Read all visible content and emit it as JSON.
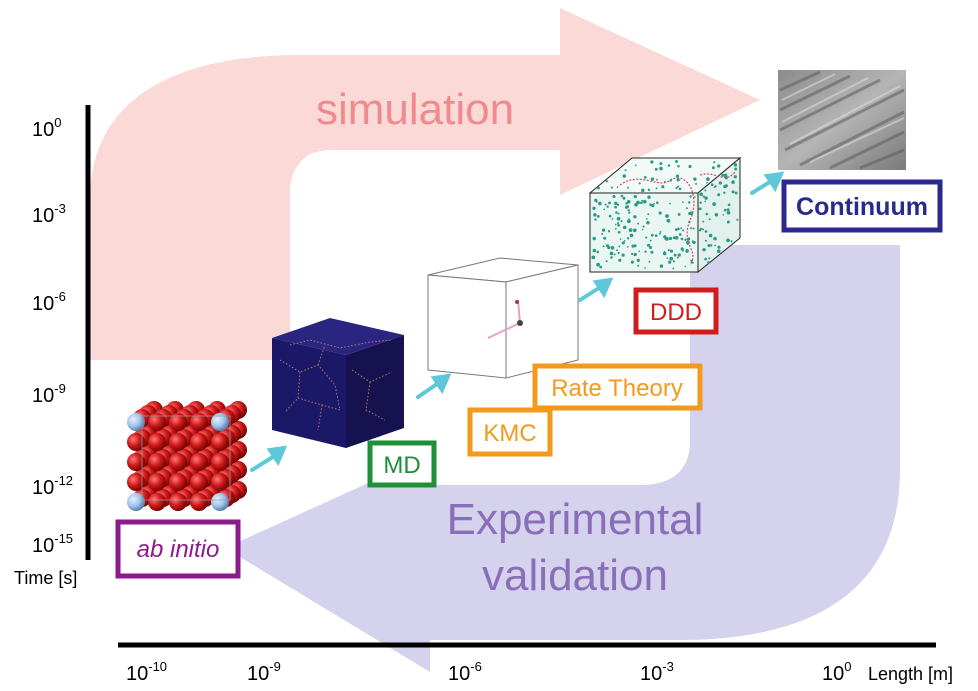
{
  "flow": {
    "top_arrow_label": "simulation",
    "bottom_arrow_label_line1": "Experimental",
    "bottom_arrow_label_line2": "validation"
  },
  "methods": [
    {
      "label": "ab initio",
      "color": "#8b1a8b",
      "italic": true
    },
    {
      "label": "MD",
      "color": "#1f8f3a"
    },
    {
      "label": "KMC",
      "color": "#f39a1d"
    },
    {
      "label": "Rate Theory",
      "color": "#f39a1d"
    },
    {
      "label": "DDD",
      "color": "#d01c1c"
    },
    {
      "label": "Continuum",
      "color": "#2b2a8c"
    }
  ],
  "time_axis": {
    "title": "Time [s]",
    "ticks": [
      {
        "base": "10",
        "exp": "0"
      },
      {
        "base": "10",
        "exp": "-3"
      },
      {
        "base": "10",
        "exp": "-6"
      },
      {
        "base": "10",
        "exp": "-9"
      },
      {
        "base": "10",
        "exp": "-12"
      },
      {
        "base": "10",
        "exp": "-15"
      }
    ]
  },
  "length_axis": {
    "title": "Length [m]",
    "ticks": [
      {
        "base": "10",
        "exp": "-10"
      },
      {
        "base": "10",
        "exp": "-9"
      },
      {
        "base": "10",
        "exp": "-6"
      },
      {
        "base": "10",
        "exp": "-3"
      },
      {
        "base": "10",
        "exp": "0"
      }
    ]
  },
  "colors": {
    "simulation_arrow": "#f9d2d0",
    "simulation_text": "#f08a8c",
    "validation_arrow": "#cfcdea",
    "validation_text": "#8a6fb8",
    "step_arrow": "#5ec7d8",
    "axis": "#000000"
  }
}
